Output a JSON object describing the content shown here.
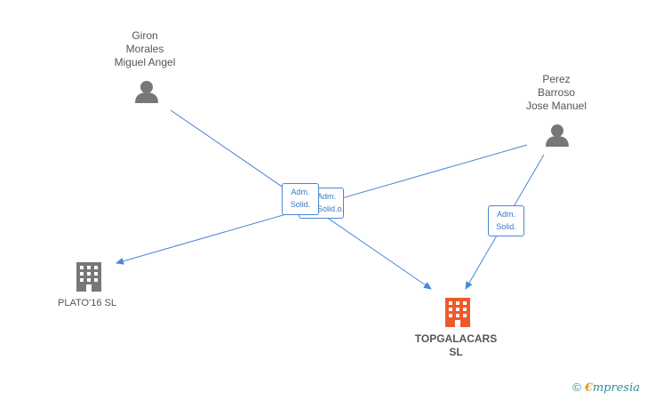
{
  "people": [
    {
      "id": "giron",
      "lines": [
        "Giron",
        "Morales",
        "Miguel Angel"
      ]
    },
    {
      "id": "perez",
      "lines": [
        "Perez",
        "Barroso",
        "Jose Manuel"
      ]
    }
  ],
  "companies": [
    {
      "id": "plato",
      "name_lines": [
        "PLATO'16  SL"
      ],
      "highlight": false
    },
    {
      "id": "topgalacars",
      "name_lines": [
        "TOPGALACARS",
        "SL"
      ],
      "highlight": true
    }
  ],
  "edge_labels": {
    "back_overlap": [
      "Adm.",
      "Solid.o..."
    ],
    "front_overlap": [
      "Adm.",
      "Solid."
    ],
    "perez_top": [
      "Adm.",
      "Solid."
    ]
  },
  "colors": {
    "edge": "#4a86d4",
    "person_icon": "#777777",
    "company_icon": "#777777",
    "highlight_company_icon": "#f0592b"
  },
  "watermark": {
    "symbol": "©",
    "brand_initial": "€",
    "brand_rest": "mpresia"
  }
}
